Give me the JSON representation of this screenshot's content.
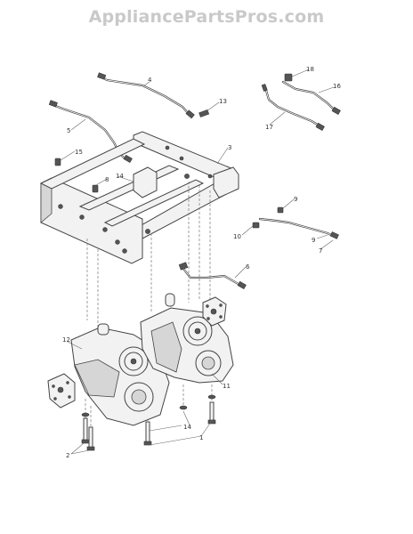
{
  "watermark": "AppliancePartsPros.com",
  "callouts": [
    "4",
    "13",
    "5",
    "15",
    "3",
    "8",
    "14",
    "18",
    "16",
    "17",
    "9",
    "10",
    "9",
    "7",
    "6",
    "12",
    "11",
    "14",
    "1",
    "2"
  ]
}
